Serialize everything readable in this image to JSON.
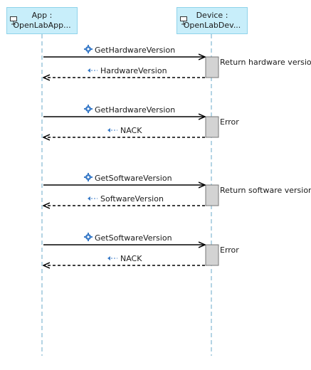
{
  "lifelines": [
    {
      "id": "app",
      "line1": "App :",
      "line2": "OpenLabApp..."
    },
    {
      "id": "device",
      "line1": "Device :",
      "line2": "OpenLabDev..."
    }
  ],
  "messages": [
    {
      "call": "GetHardwareVersion",
      "reply": "HardwareVersion",
      "note": "Return hardware version"
    },
    {
      "call": "GetHardwareVersion",
      "reply": "NACK",
      "note": "Error"
    },
    {
      "call": "GetSoftwareVersion",
      "reply": "SoftwareVersion",
      "note": "Return software version"
    },
    {
      "call": "GetSoftwareVersion",
      "reply": "NACK",
      "note": "Error"
    }
  ],
  "colors": {
    "lifeline_fill": "#c8eefa",
    "lifeline_stroke": "#8fd3ea",
    "activation_fill": "#d3d3d3",
    "message_line": "#000000",
    "call_icon": "#3a7bc8"
  }
}
